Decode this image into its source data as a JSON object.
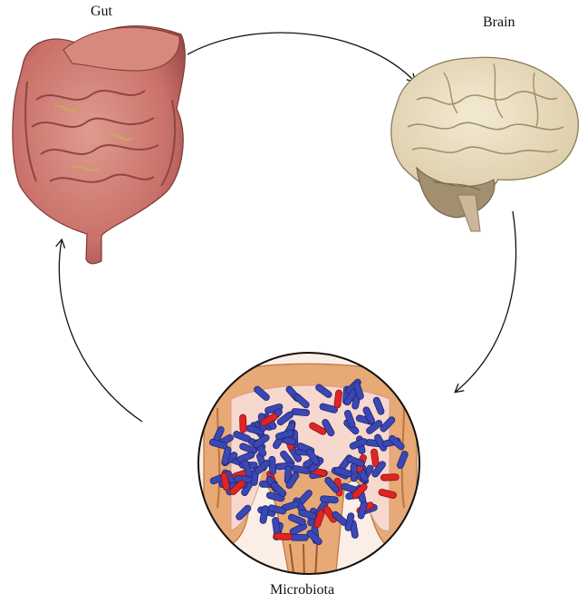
{
  "diagram": {
    "nodes": {
      "gut": {
        "label": "Gut"
      },
      "brain": {
        "label": "Brain"
      },
      "microbiota": {
        "label": "Microbiota"
      }
    },
    "edges": [
      {
        "from": "gut",
        "to": "brain"
      },
      {
        "from": "brain",
        "to": "microbiota"
      },
      {
        "from": "microbiota",
        "to": "gut"
      }
    ],
    "colors": {
      "gut": "#c9716a",
      "brain": "#ede2c4",
      "bacteria_blue": "#3a47b4",
      "bacteria_red": "#e02424",
      "colon": "#e7a975"
    }
  }
}
